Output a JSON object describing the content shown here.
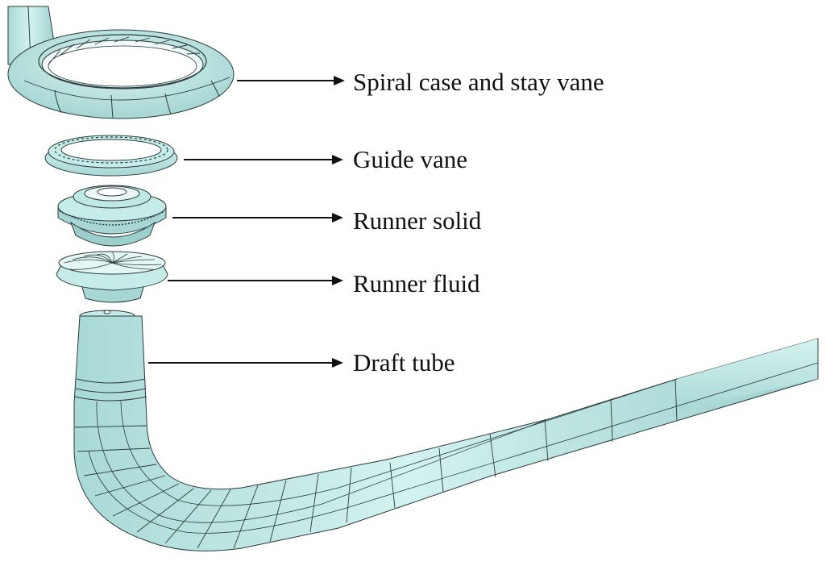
{
  "labels": {
    "spiral_case": "Spiral case and stay vane",
    "guide_vane": "Guide vane",
    "runner_solid": "Runner solid",
    "runner_fluid": "Runner fluid",
    "draft_tube": "Draft tube"
  },
  "colors": {
    "surface": "#c6ecea",
    "surface_shadow": "#8fc6c3",
    "edge": "#2a3a3a",
    "arrow": "#111111"
  }
}
